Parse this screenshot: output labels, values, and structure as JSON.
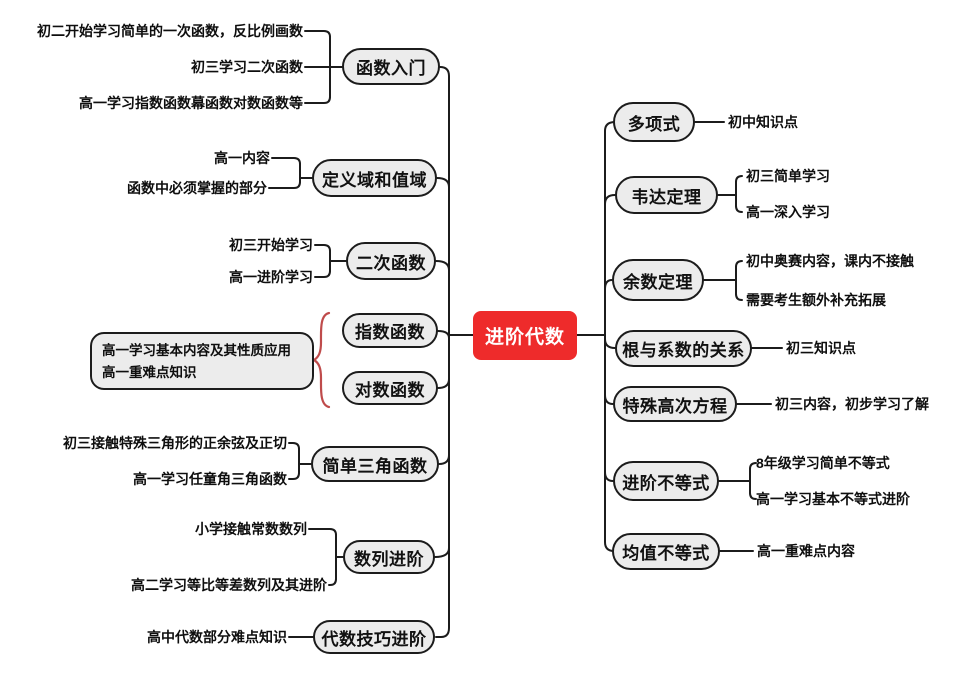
{
  "title": "进阶代数",
  "colors": {
    "center_bg": "#ee2b2b",
    "center_text": "#ffffff",
    "node_bg": "#ececec",
    "node_border": "#1c1c1c",
    "line": "#1c1c1c",
    "brace": "#bf4b4b"
  },
  "left_branches": [
    {
      "label": "函数入门",
      "children": [
        "初二开始学习简单的一次函数，反比例画数",
        "初三学习二次函数",
        "高一学习指数函数幕函数对数函数等"
      ]
    },
    {
      "label": "定义域和值域",
      "children": [
        "高一内容",
        "函数中必须掌握的部分"
      ]
    },
    {
      "label": "二次函数",
      "children": [
        "初三开始学习",
        "高一进阶学习"
      ]
    },
    {
      "label": "指数函数",
      "children": []
    },
    {
      "label": "对数函数",
      "children": []
    },
    {
      "label": "简单三角函数",
      "children": [
        "初三接触特殊三角形的正余弦及正切",
        "高一学习任童角三角函数"
      ]
    },
    {
      "label": "数列进阶",
      "children": [
        "小学接触常数数列",
        "高二学习等比等差数列及其进阶"
      ]
    },
    {
      "label": "代数技巧进阶",
      "children": [
        "高中代数部分难点知识"
      ]
    }
  ],
  "note": {
    "line1": "高一学习基本内容及其性质应用",
    "line2": "高一重难点知识"
  },
  "right_branches": [
    {
      "label": "多项式",
      "children": [
        "初中知识点"
      ]
    },
    {
      "label": "韦达定理",
      "children": [
        "初三简单学习",
        "高一深入学习"
      ]
    },
    {
      "label": "余数定理",
      "children": [
        "初中奥赛内容，课内不接触",
        "需要考生额外补充拓展"
      ]
    },
    {
      "label": "根与系数的关系",
      "children": [
        "初三知识点"
      ]
    },
    {
      "label": "特殊高次方程",
      "children": [
        "初三内容，初步学习了解"
      ]
    },
    {
      "label": "进阶不等式",
      "children": [
        "8年级学习简单不等式",
        "高一学习基本不等式进阶"
      ]
    },
    {
      "label": "均值不等式",
      "children": [
        "高一重难点内容"
      ]
    }
  ]
}
